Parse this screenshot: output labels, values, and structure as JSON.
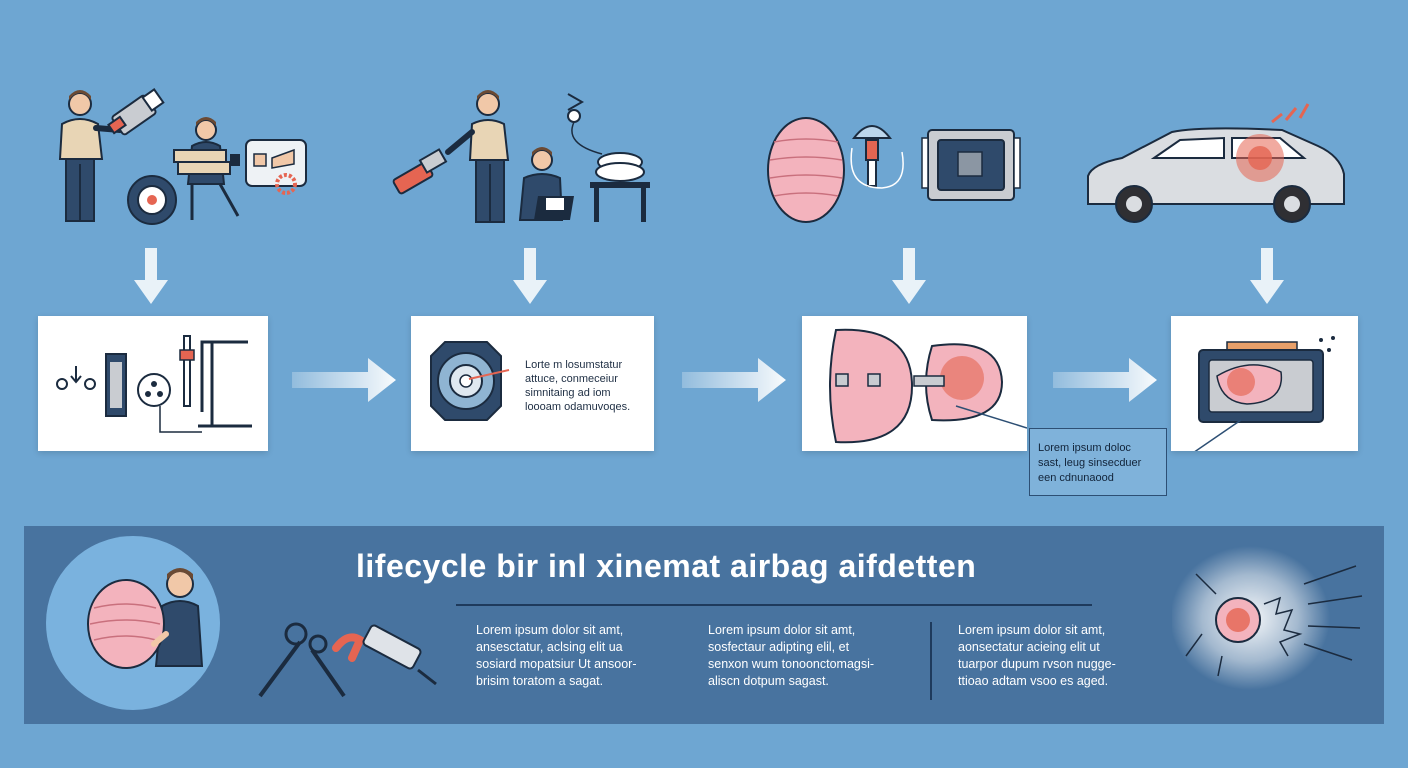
{
  "callout": {
    "text": "Lorem ipsum doloc\nsast, leug sinsecduer\neen cdnunaood"
  },
  "cards": [
    {
      "id": "card-1",
      "text": ""
    },
    {
      "id": "card-2",
      "text": "Lorte m losumstatur\nattuce, conmeceiur\nsimnitaing ad iom\nloooam odamuvoqes."
    },
    {
      "id": "card-3",
      "text": ""
    },
    {
      "id": "card-4",
      "text": ""
    }
  ],
  "banner": {
    "title": "lifecycle bir inl xinemat airbag aifdetten",
    "columns": [
      "Lorem ipsum dolor sit amt,\nansesctatur, aclsing elit ua\nsosiard mopatsiur Ut ansoor-\nbrisim toratom a sagat.",
      "Lorem ipsum dolor sit amt,\nsosfectaur adipting elil, et\nsenxon wum tonoonctomagsi-\naliscn dotpum sagast.",
      "Lorem ipsum dolor sit amt,\naonsectatur acieing elit ut\ntuarpor dupum rvson nugge-\nttioao adtam vsoo es aged."
    ]
  },
  "colors": {
    "background": "#6ea6d2",
    "banner": "#48739f",
    "navy": "#2f4a6b",
    "pink": "#f3b3bd",
    "accent_red": "#e56552",
    "arrow": "#ffffff"
  }
}
